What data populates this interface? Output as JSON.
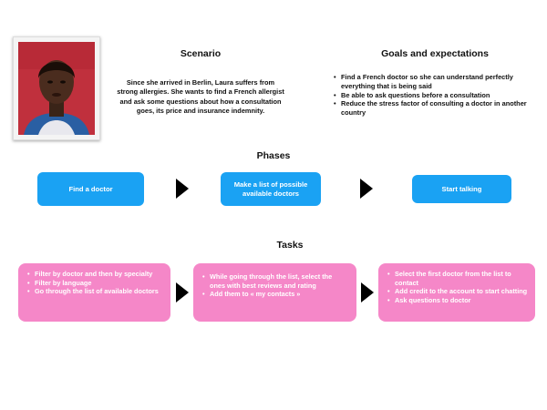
{
  "persona": {
    "photo_icon": "person-portrait"
  },
  "scenario": {
    "heading": "Scenario",
    "text": "Since she arrived in Berlin, Laura suffers from strong allergies. She wants to find a French allergist and ask some questions about how a consultation goes, its price and insurance indemnity."
  },
  "goals": {
    "heading": "Goals and expectations",
    "items": [
      "Find a French doctor so she can understand perfectly everything that is being said",
      "Be able to ask questions before a consultation",
      "Reduce the stress factor of consulting a doctor in another country"
    ]
  },
  "phases": {
    "heading": "Phases",
    "items": [
      {
        "label": "Find a doctor"
      },
      {
        "label": "Make a list of possible available doctors"
      },
      {
        "label": "Start talking"
      }
    ]
  },
  "tasks": {
    "heading": "Tasks",
    "groups": [
      {
        "items": [
          "Filter by doctor and then by specialty",
          "Filter by language",
          "Go through the list of available doctors"
        ]
      },
      {
        "items": [
          "While going through the list, select the ones with best reviews and rating",
          "Add them to « my contacts »"
        ]
      },
      {
        "items": [
          "Select the first doctor from the list to contact",
          "Add credit to the account to start chatting",
          "Ask questions to doctor"
        ]
      }
    ]
  },
  "colors": {
    "phase_box": "#1aa2f3",
    "task_box": "#f587c8",
    "arrow": "#000000"
  }
}
